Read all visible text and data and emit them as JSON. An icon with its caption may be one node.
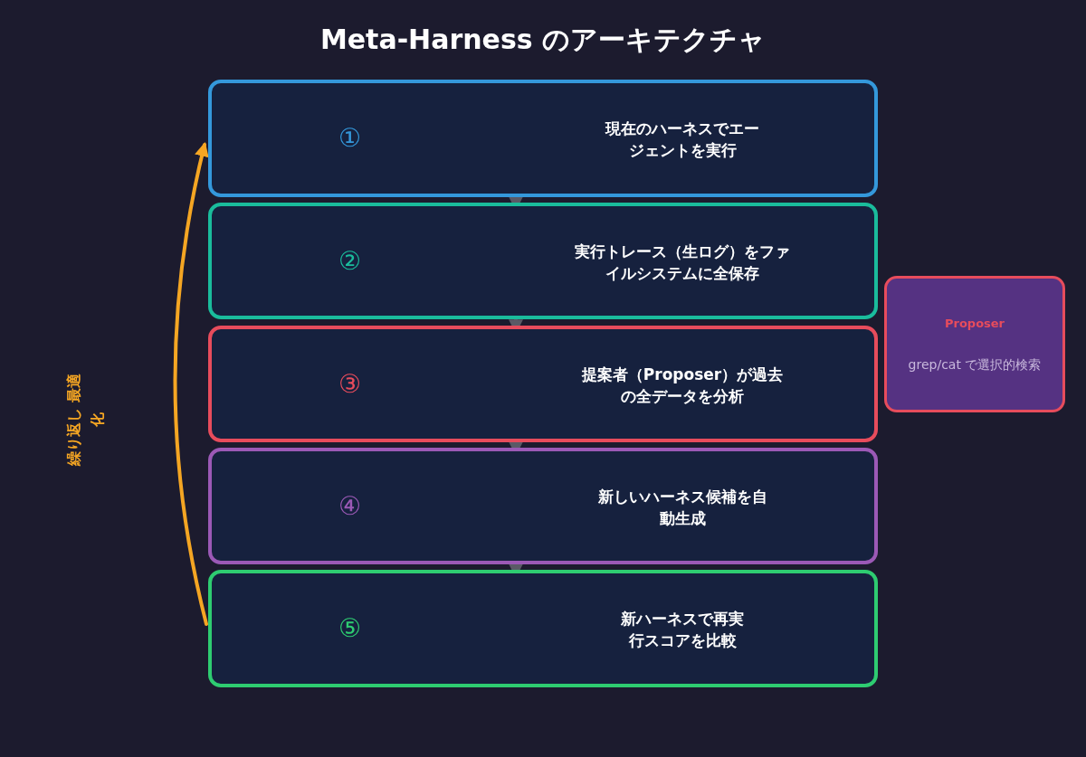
{
  "diagram": {
    "title": "Meta-Harness のアーキテクチャ",
    "nodes": [
      {
        "text": [
          "①",
          "現在のハーネスでエージェントを実行"
        ]
      },
      {
        "text": [
          "②",
          "実行トレース（生ログ）をファイルシステムに全保存"
        ]
      },
      {
        "text": [
          "③",
          "提案者（Proposer）が過去の全データを分析"
        ]
      },
      {
        "text": [
          "④",
          "新しいハーネス候補を自動生成"
        ]
      },
      {
        "text": [
          "⑤",
          "新ハーネスで再実行スコアを比較"
        ]
      },
      {
        "text": [
          "Proposer",
          "grep/cat で選択的検索"
        ]
      }
    ],
    "edges": [
      {
        "from": 0,
        "to": 1,
        "arrow": "to"
      },
      {
        "from": 1,
        "to": 2,
        "arrow": "to"
      },
      {
        "from": 2,
        "to": 3,
        "arrow": "to"
      },
      {
        "from": 3,
        "to": 4,
        "arrow": "to"
      },
      {
        "from": 4,
        "to": 0,
        "arrow": "to",
        "color": "#f5a623"
      }
    ],
    "labels": [
      "繰り返し 最適化"
    ]
  }
}
